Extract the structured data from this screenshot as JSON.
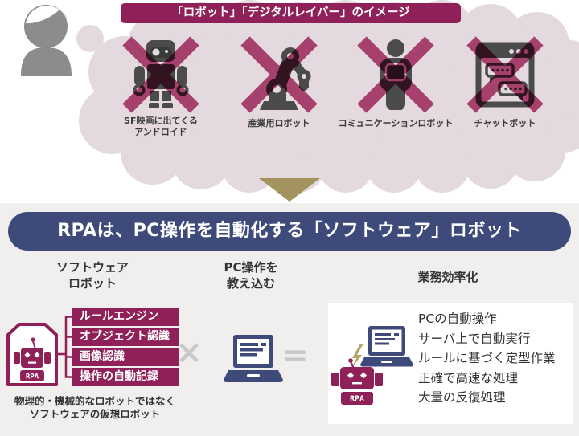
{
  "colors": {
    "maroon": "#8f2158",
    "cross_maroon": "#a23363",
    "cloud_pink": "#e4d9de",
    "navy": "#3e4a79",
    "bottom_bg": "#f0efed",
    "icon_gray": "#4b4b4b",
    "person_gray": "#8c8c8c",
    "gold": "#a2935f",
    "text_dark": "#333333",
    "sign_gray": "#c9c9c9"
  },
  "thought_section": {
    "banner_title": "「ロボット」「デジタルレイバー」のイメージ",
    "items": [
      {
        "icon": "android-robot-icon",
        "label": "SF映画に出てくる\nアンドロイド"
      },
      {
        "icon": "industrial-robot-icon",
        "label": "産業用ロボット"
      },
      {
        "icon": "communication-robot-icon",
        "label": "コミュニケーションロボット"
      },
      {
        "icon": "chatbot-icon",
        "label": "チャットボット"
      }
    ]
  },
  "main_banner": {
    "title": "RPAは、PC操作を自動化する「ソフトウェア」ロボット"
  },
  "columns": {
    "left": {
      "heading": "ソフトウェア\nロボット",
      "robot_label": "RPA",
      "features": [
        "ルールエンジン",
        "オブジェクト認識",
        "画像認識",
        "操作の自動記録"
      ],
      "caption": "物理的・機械的なロボットではなく\nソフトウェアの仮想ロボット"
    },
    "middle": {
      "heading": "PC操作を\n教え込む",
      "times_sign": "×",
      "equals_sign": "="
    },
    "right": {
      "heading": "業務効率化",
      "robot_label": "RPA",
      "benefits": [
        "PCの自動操作",
        "サーバ上で自動実行",
        "ルールに基づく定型作業",
        "正確で高速な処理",
        "大量の反復処理"
      ]
    }
  }
}
